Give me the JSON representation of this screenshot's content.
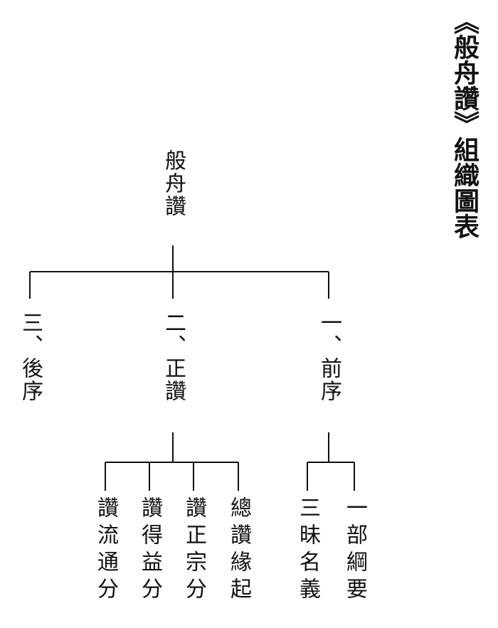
{
  "title": "《般舟讚》組織圖表",
  "root": "般舟讚",
  "sections": [
    {
      "label": "三、後序"
    },
    {
      "label": "二、正讚",
      "children": [
        "讚流通分",
        "讚得益分",
        "讚正宗分",
        "總讚緣起"
      ]
    },
    {
      "label": "一、前序",
      "children": [
        "三昧名義",
        "一部綱要"
      ]
    }
  ]
}
